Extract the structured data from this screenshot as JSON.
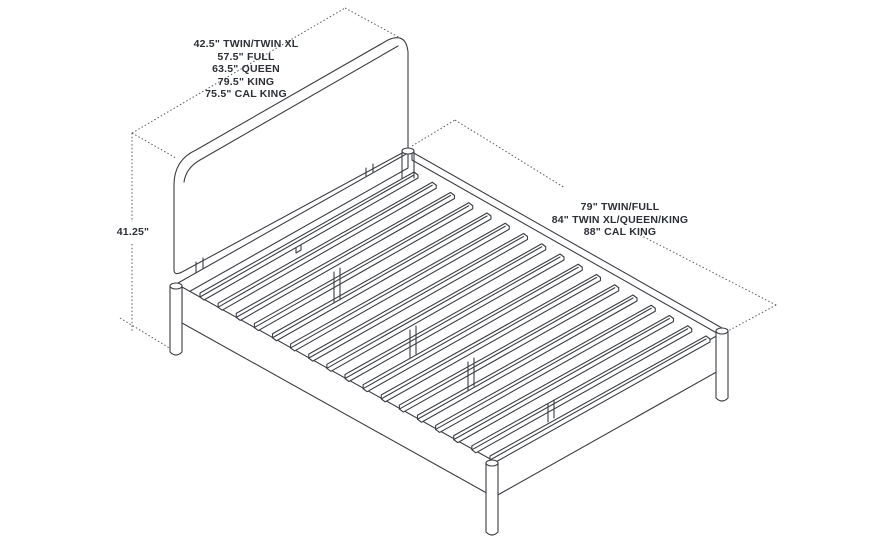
{
  "diagram": {
    "subject": "Bed frame with headboard, isometric line drawing",
    "colors": {
      "line": "#3a3d42",
      "text": "#2b2f36",
      "background": "#ffffff"
    },
    "dimensions": {
      "width": {
        "lines": [
          "42.5\" TWIN/TWIN XL",
          "57.5\" FULL",
          "63.5\" QUEEN",
          "79.5\" KING",
          "75.5\" CAL KING"
        ]
      },
      "length": {
        "lines": [
          "79\" TWIN/FULL",
          "84\" TWIN XL/QUEEN/KING",
          "88\" CAL KING"
        ]
      },
      "height": {
        "value": "41.25\""
      }
    },
    "slat_count": 17
  }
}
